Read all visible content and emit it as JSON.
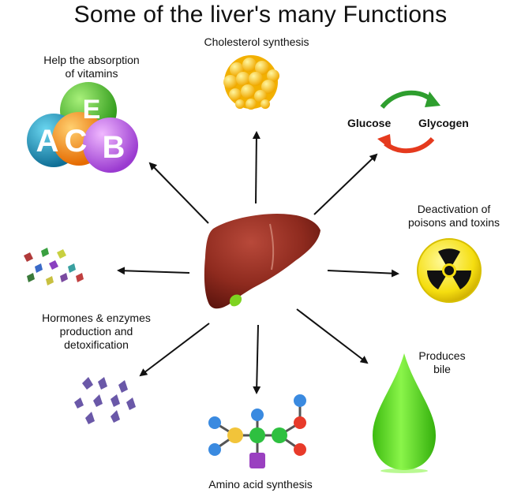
{
  "title": "Some of the liver's many Functions",
  "labels": {
    "cholesterol": "Cholesterol synthesis",
    "vitamins_line1": "Help the absorption",
    "vitamins_line2": "of vitamins",
    "glucose": "Glucose",
    "glycogen": "Glycogen",
    "poisons_line1": "Deactivation of",
    "poisons_line2": "poisons and toxins",
    "hormones_line1": "Hormones & enzymes",
    "hormones_line2": "production and",
    "hormones_line3": "detoxification",
    "bile_line1": "Produces",
    "bile_line2": "bile",
    "amino": "Amino acid synthesis"
  },
  "vitamin_letters": [
    "E",
    "A",
    "C",
    "B"
  ],
  "colors": {
    "liver": "#8e2a1e",
    "gallbladder": "#7ed321",
    "arrow": "#111111",
    "cycle_green": "#2e9e2e",
    "cycle_red": "#e53a1e",
    "radiation_yellow": "#f7e11a",
    "bile_green": "#5fe01e"
  }
}
